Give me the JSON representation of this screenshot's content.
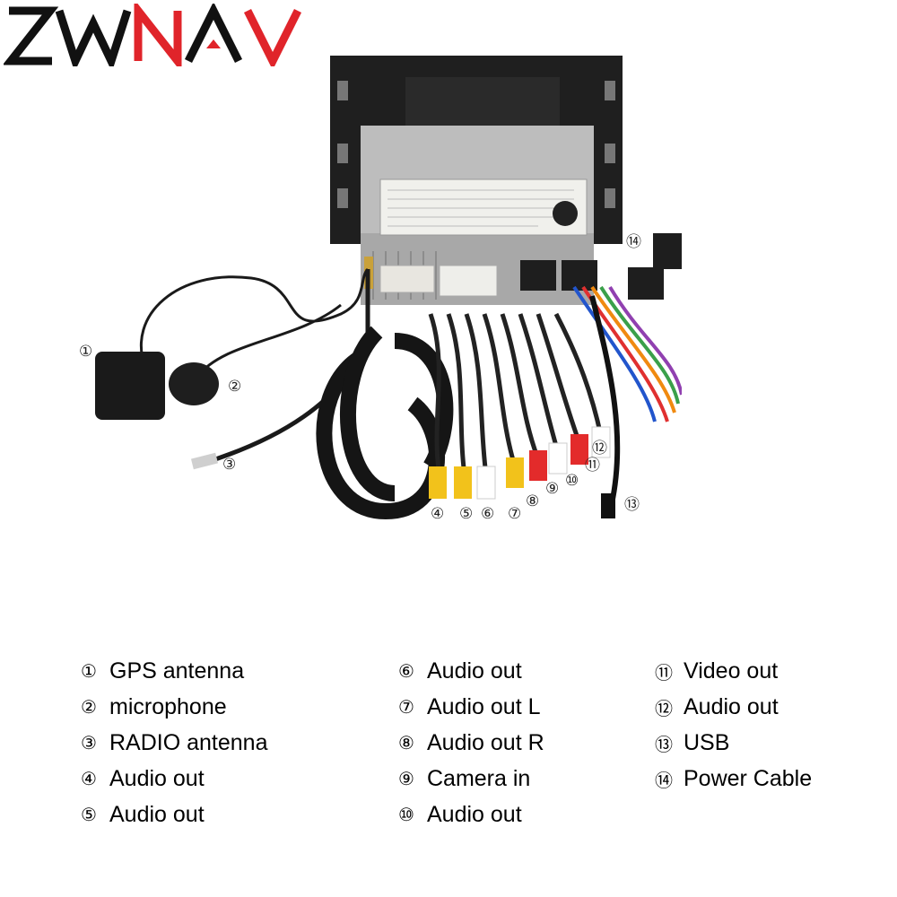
{
  "brand": {
    "name": "ZWNAV",
    "colors": {
      "dark": "#111111",
      "red": "#e0242a"
    }
  },
  "callouts": [
    "①",
    "②",
    "③",
    "④",
    "⑤",
    "⑥",
    "⑦",
    "⑧",
    "⑨",
    "⑩",
    "⑪",
    "⑫",
    "⑬",
    "⑭"
  ],
  "legend": {
    "col1": [
      {
        "num": "①",
        "text": "GPS antenna"
      },
      {
        "num": "②",
        "text": "microphone"
      },
      {
        "num": "③",
        "text": "RADIO antenna"
      },
      {
        "num": "④",
        "text": "Audio out"
      },
      {
        "num": "⑤",
        "text": "Audio out"
      }
    ],
    "col2": [
      {
        "num": "⑥",
        "text": "Audio out"
      },
      {
        "num": "⑦",
        "text": "Audio out L"
      },
      {
        "num": "⑧",
        "text": "Audio out R"
      },
      {
        "num": "⑨",
        "text": "Camera in"
      },
      {
        "num": "⑩",
        "text": "Audio out"
      }
    ],
    "col3": [
      {
        "num": "⑪",
        "text": "Video out"
      },
      {
        "num": "⑫",
        "text": "Audio out"
      },
      {
        "num": "⑬",
        "text": "USB"
      },
      {
        "num": "⑭",
        "text": "Power Cable"
      }
    ]
  }
}
